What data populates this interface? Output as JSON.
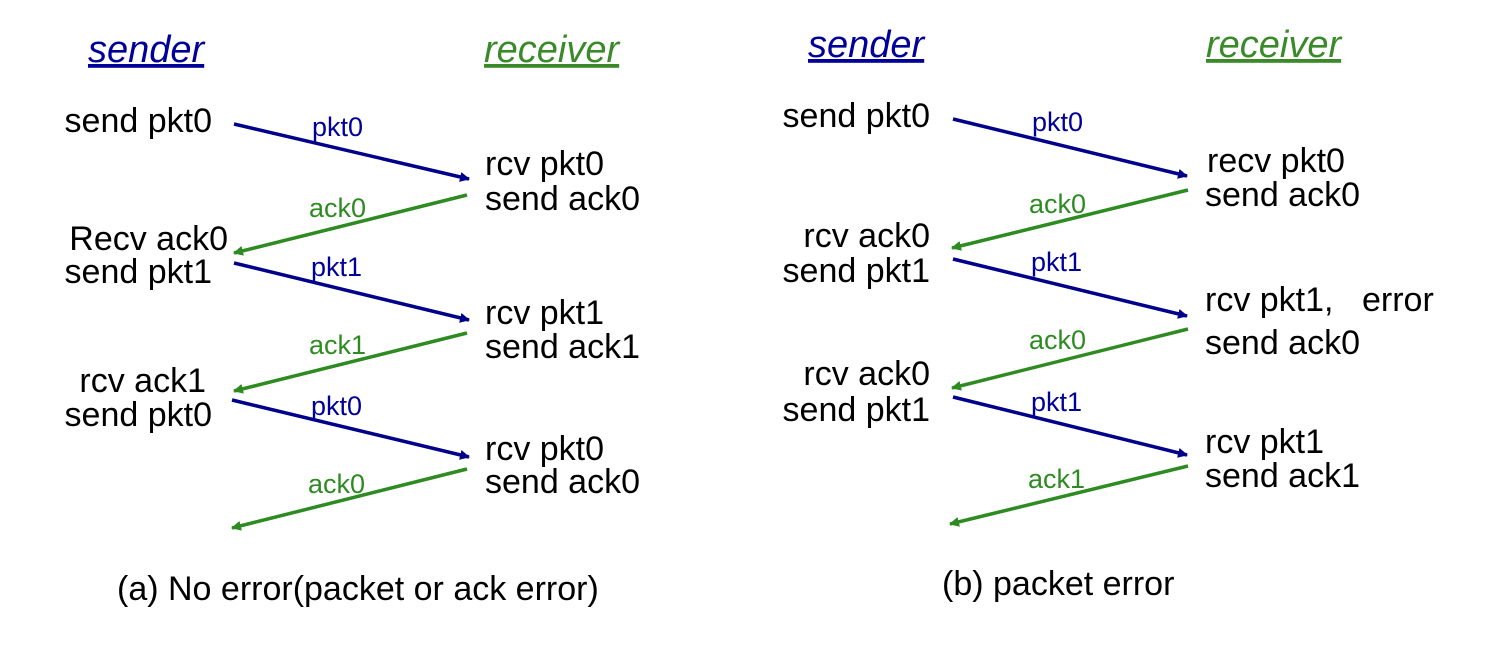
{
  "colors": {
    "sender": "#000099",
    "receiver": "#3a8a2a",
    "pkt_arrow": "#00008b",
    "ack_arrow": "#2e8b22",
    "error": "#e03020",
    "text": "#000000"
  },
  "panel_a": {
    "sender_heading": "sender",
    "receiver_heading": "receiver",
    "caption": "(a) No error(packet or ack error)",
    "sender_events": [
      "send pkt0",
      "Recv ack0",
      "send pkt1",
      "rcv ack1",
      "send pkt0"
    ],
    "receiver_events": [
      "rcv pkt0",
      "send ack0",
      "rcv pkt1",
      "send ack1",
      "rcv pkt0",
      "send ack0"
    ],
    "messages": [
      "pkt0",
      "ack0",
      "pkt1",
      "ack1",
      "pkt0",
      "ack0"
    ]
  },
  "panel_b": {
    "sender_heading": "sender",
    "receiver_heading": "receiver",
    "caption": "(b) packet error",
    "sender_events": [
      "send pkt0",
      "rcv ack0",
      "send pkt1",
      "rcv ack0",
      "send pkt1"
    ],
    "receiver_events": [
      "recv pkt0",
      "send ack0",
      "rcv pkt1,",
      "send ack0",
      "rcv pkt1",
      "send ack1"
    ],
    "error_label": "error",
    "messages": [
      "pkt0",
      "ack0",
      "pkt1",
      "ack0",
      "pkt1",
      "ack1"
    ]
  }
}
